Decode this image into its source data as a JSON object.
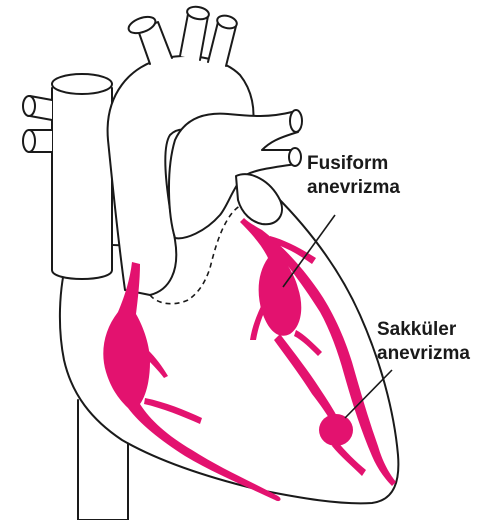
{
  "labels": {
    "fusiform": {
      "line1": "Fusiform",
      "line2": "anevrizma"
    },
    "saccular": {
      "line1": "Sakküler",
      "line2": "anevrizma"
    }
  },
  "colors": {
    "vessel": "#e3126f",
    "outline": "#1a1a1a",
    "background": "#ffffff"
  }
}
